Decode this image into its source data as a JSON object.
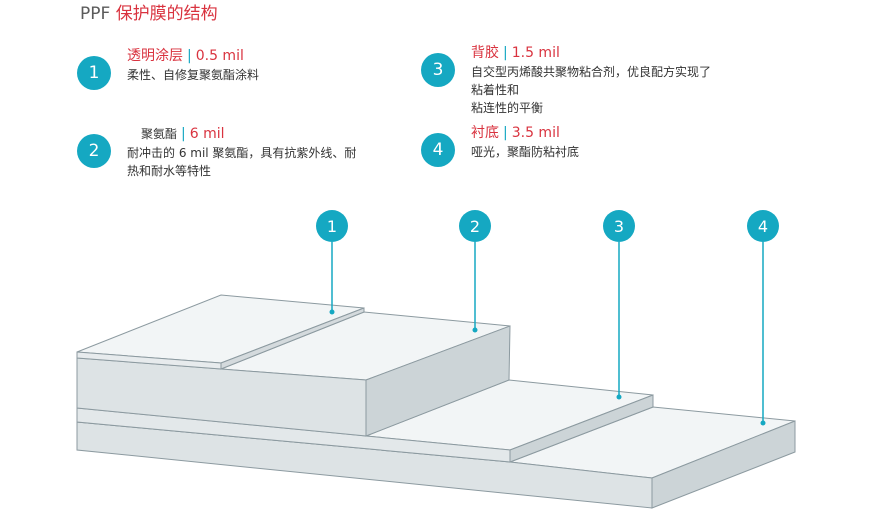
{
  "title": {
    "en": "PPF",
    "cn": "保护膜的结构"
  },
  "layers": [
    {
      "num": "1",
      "name": "透明涂层",
      "thickness": "0.5 mil",
      "desc": [
        "柔性、自修复聚氨酯涂料"
      ]
    },
    {
      "num": "2",
      "name": "聚氨酯",
      "thickness": "6 mil",
      "desc": [
        "耐冲击的 6 mil 聚氨酯，具有抗紫外线、耐",
        "热和耐水等特性"
      ]
    },
    {
      "num": "3",
      "name": "背胶",
      "thickness": "1.5 mil",
      "desc": [
        "自交型丙烯酸共聚物粘合剂，优良配方实现了粘着性和",
        "粘连性的平衡"
      ]
    },
    {
      "num": "4",
      "name": "衬底",
      "thickness": "3.5 mil",
      "desc": [
        "哑光，聚酯防粘衬底"
      ]
    }
  ],
  "colors": {
    "accent": "#15a8c2",
    "title_red": "#d9333f",
    "layer_top": "#f2f5f6",
    "layer_side": "#dde3e5",
    "edge": "#8c9aa0"
  },
  "marker_icon": "numbered-circle-icon"
}
